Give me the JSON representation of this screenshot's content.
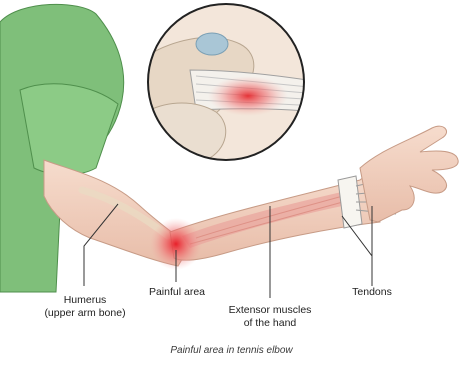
{
  "labels": {
    "humerus_line1": "Humerus",
    "humerus_line2": "(upper arm bone)",
    "painful_area": "Painful area",
    "extensor_line1": "Extensor muscles",
    "extensor_line2": "of the hand",
    "tendons": "Tendons"
  },
  "caption": "Painful area in tennis elbow",
  "colors": {
    "shirt": "#7fbf7a",
    "skin": "#f2d3c2",
    "pain": "#e8202a",
    "bone": "#e9dbc3",
    "tendon": "#f4f1ec",
    "line": "#333333"
  }
}
